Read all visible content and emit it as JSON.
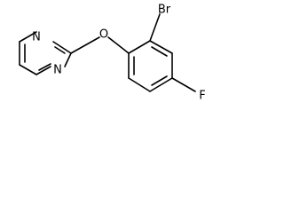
{
  "atoms": {
    "n_top": "N",
    "n_bottom": "N",
    "oxygen": "O",
    "bromine": "Br",
    "fluorine": "F"
  }
}
